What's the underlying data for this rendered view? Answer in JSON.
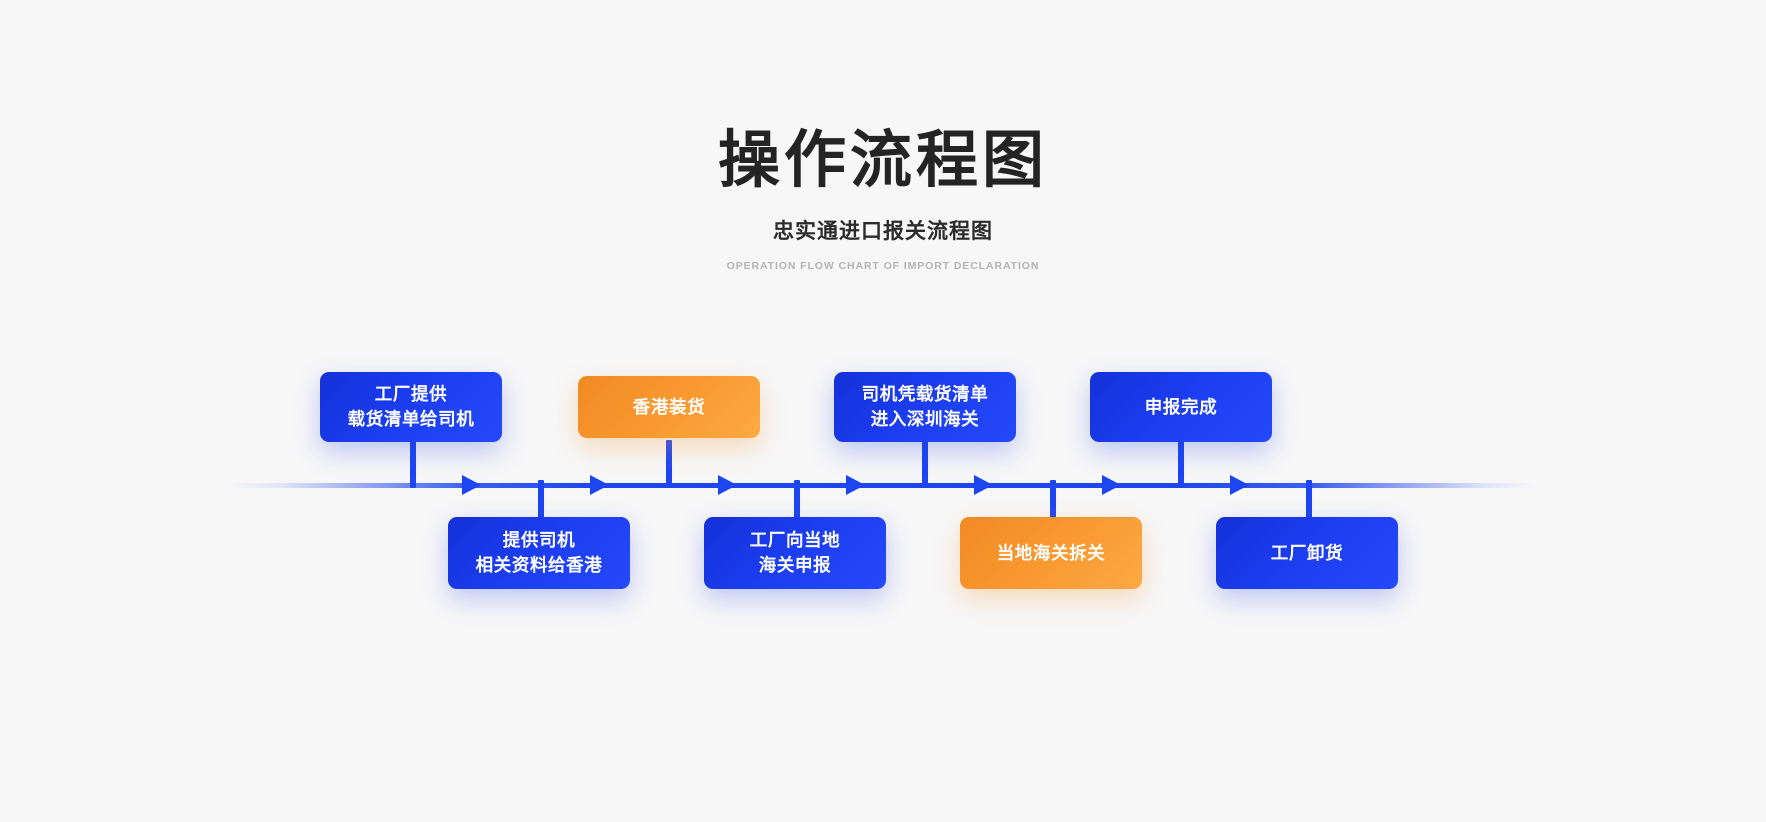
{
  "header": {
    "title": "操作流程图",
    "subtitle": "忠实通进口报关流程图",
    "english_subtitle": "OPERATION FLOW CHART OF IMPORT DECLARATION"
  },
  "theme": {
    "background": "#f7f7f8",
    "blue": "#1d46f2",
    "blue_dark": "#1430d8",
    "orange": "#f9992f",
    "orange_dark": "#f08a24",
    "title_color": "#242424",
    "english_color": "#b3b3b6"
  },
  "chart_data": {
    "type": "diagram",
    "title": "操作流程图",
    "subtitle": "忠实通进口报关流程图",
    "layout": "horizontal-timeline-alternating",
    "direction": "left-to-right",
    "axis": {
      "visible": true,
      "color": "#1d46f2",
      "arrow_count": 6
    },
    "steps": [
      {
        "order": 1,
        "position": "above",
        "color": "blue",
        "lines": [
          "工厂提供",
          "载货清单给司机"
        ]
      },
      {
        "order": 2,
        "position": "below",
        "color": "blue",
        "lines": [
          "提供司机",
          "相关资料给香港"
        ]
      },
      {
        "order": 3,
        "position": "above",
        "color": "orange",
        "lines": [
          "香港装货"
        ]
      },
      {
        "order": 4,
        "position": "below",
        "color": "blue",
        "lines": [
          "工厂向当地",
          "海关申报"
        ]
      },
      {
        "order": 5,
        "position": "above",
        "color": "blue",
        "lines": [
          "司机凭载货清单",
          "进入深圳海关"
        ]
      },
      {
        "order": 6,
        "position": "below",
        "color": "orange",
        "lines": [
          "当地海关拆关"
        ]
      },
      {
        "order": 7,
        "position": "above",
        "color": "blue",
        "lines": [
          "申报完成"
        ]
      },
      {
        "order": 8,
        "position": "below",
        "color": "blue",
        "lines": [
          "工厂卸货"
        ]
      }
    ]
  }
}
